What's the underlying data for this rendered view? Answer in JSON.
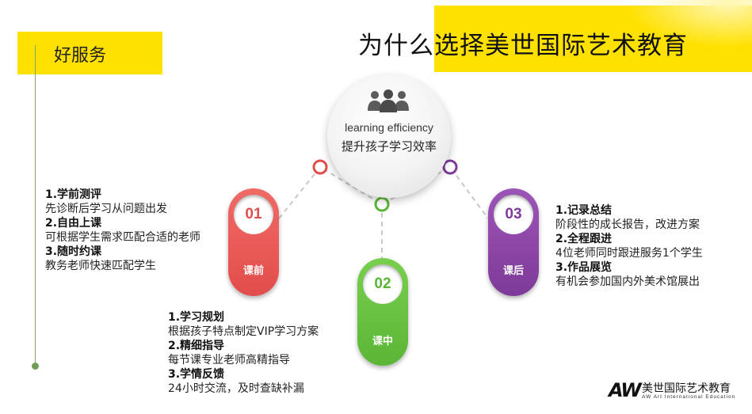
{
  "header": {
    "title": "为什么选择美世国际艺术教育",
    "tag": "好服务"
  },
  "center": {
    "icon": "people-group-icon",
    "subtitle_en": "learning efficiency",
    "subtitle_cn": "提升孩子学习效率"
  },
  "stages": [
    {
      "number": "01",
      "label": "课前",
      "color": "#e24d4b",
      "items": [
        {
          "heading": "1.学前测评",
          "detail": "先诊断后学习从问题出发"
        },
        {
          "heading": "2.自由上课",
          "detail": "可根据学生需求匹配合适的老师"
        },
        {
          "heading": "3.随时约课",
          "detail": "教务老师快速匹配学生"
        }
      ]
    },
    {
      "number": "02",
      "label": "课中",
      "color": "#5bb636",
      "items": [
        {
          "heading": "1.学习规划",
          "detail": "根据孩子特点制定VIP学习方案"
        },
        {
          "heading": "2.精细指导",
          "detail": "每节课专业老师高精指导"
        },
        {
          "heading": "3.学情反馈",
          "detail": "24小时交流，及时查缺补漏"
        }
      ]
    },
    {
      "number": "03",
      "label": "课后",
      "color": "#7e3a98",
      "items": [
        {
          "heading": "1.记录总结",
          "detail": "阶段性的成长报告，改进方案"
        },
        {
          "heading": "2.全程跟进",
          "detail": "4位老师同时跟进服务1个学生"
        },
        {
          "heading": "3.作品展览",
          "detail": "有机会参加国内外美术馆展出"
        }
      ]
    }
  ],
  "logo": {
    "mark": "AW",
    "name_cn": "美世国际艺术教育",
    "name_en": "AW Art International Education"
  },
  "colors": {
    "accent_yellow": "#ffe100",
    "red": "#e24d4b",
    "green": "#5bb636",
    "purple": "#7e3a98"
  }
}
